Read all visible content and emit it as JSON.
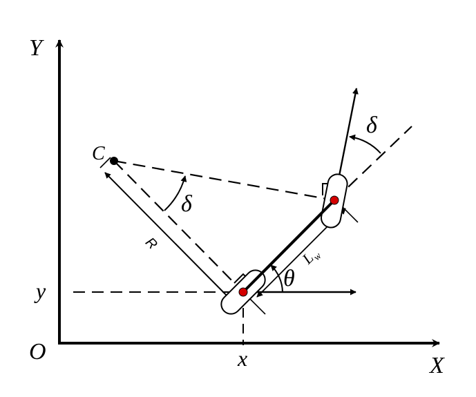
{
  "labels": {
    "y_axis": "Y",
    "x_axis": "X",
    "origin": "O",
    "x_coord": "x",
    "y_coord": "y",
    "center": "C",
    "radius": "R",
    "delta_center": "δ",
    "delta_front": "δ",
    "theta": "θ",
    "wheelbase_main": "L",
    "wheelbase_sub": "w"
  },
  "colors": {
    "ink": "#000000",
    "wheel_center": "#d40000"
  }
}
